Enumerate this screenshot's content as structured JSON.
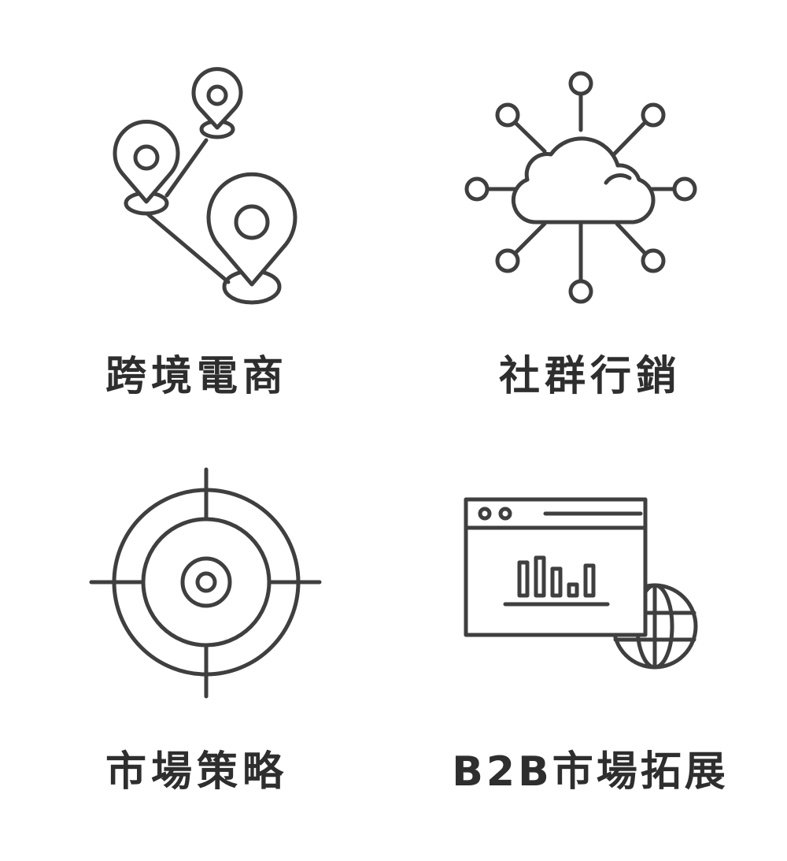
{
  "theme": {
    "icon_color": "#3f3f3f",
    "text_color": "#2e2e2e",
    "background": "#ffffff"
  },
  "services": [
    {
      "label": "跨境電商",
      "icon": "map-route-pins-icon"
    },
    {
      "label": "社群行銷",
      "icon": "cloud-network-icon"
    },
    {
      "label": "市場策略",
      "icon": "target-crosshair-icon"
    },
    {
      "label": "B2B市場拓展",
      "icon": "browser-chart-globe-icon"
    }
  ]
}
